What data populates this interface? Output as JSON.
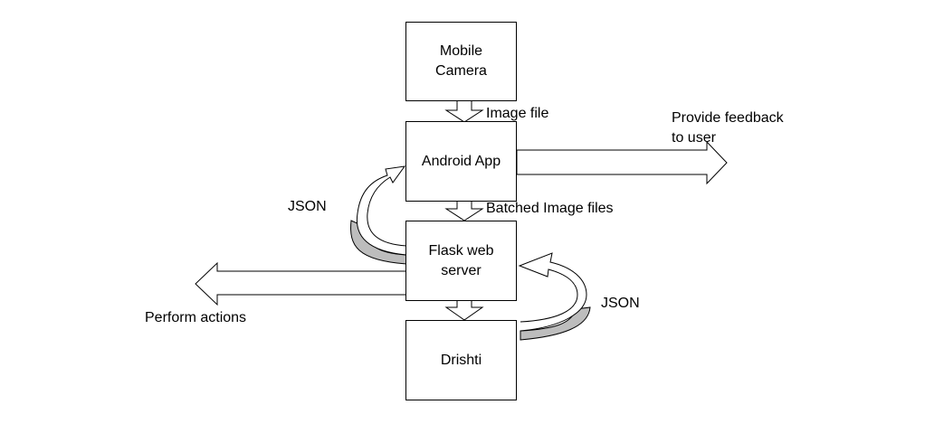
{
  "nodes": {
    "mobile_camera": "Mobile Camera",
    "android_app": "Android App",
    "flask_server": "Flask web server",
    "drishti": "Drishti"
  },
  "edges": {
    "image_file": "Image file",
    "batched_image_files": "Batched Image files",
    "feedback_line1": "Provide feedback",
    "feedback_line2": "to user",
    "perform_actions": "Perform actions",
    "json_left": "JSON",
    "json_right": "JSON"
  },
  "colors": {
    "stroke": "#000000",
    "fill": "#ffffff",
    "shade": "#bdbdbd"
  }
}
